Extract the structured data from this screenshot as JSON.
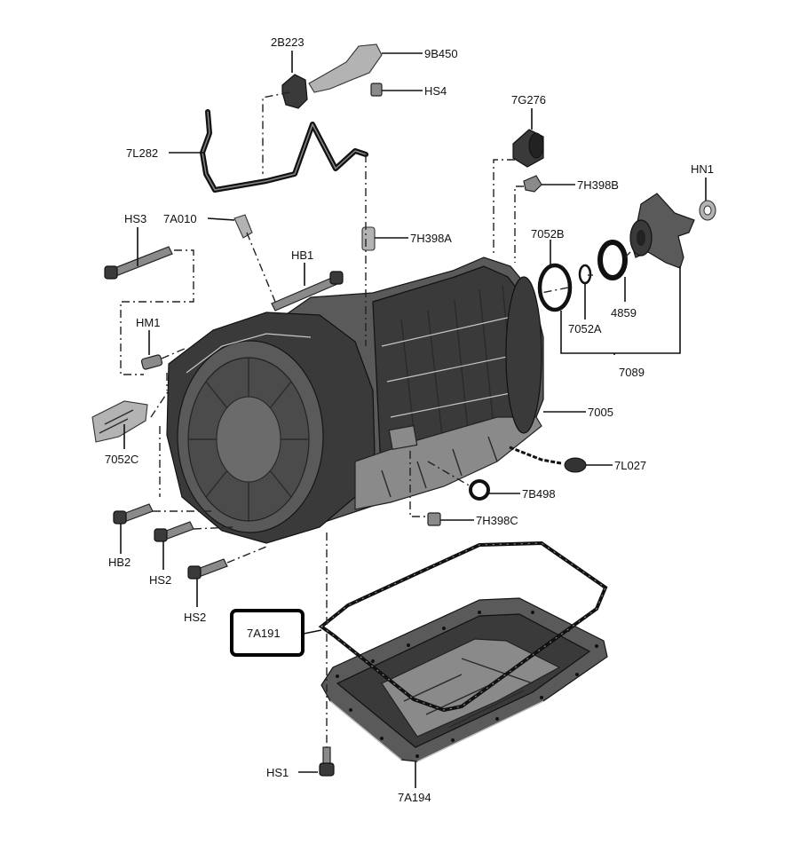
{
  "labels": {
    "l_2B223": "2B223",
    "l_9B450": "9B450",
    "l_HS4": "HS4",
    "l_7G276": "7G276",
    "l_7L282": "7L282",
    "l_7H398B": "7H398B",
    "l_HN1": "HN1",
    "l_HS3": "HS3",
    "l_7A010": "7A010",
    "l_7H398A": "7H398A",
    "l_7052B": "7052B",
    "l_HB1": "HB1",
    "l_4859": "4859",
    "l_7052A": "7052A",
    "l_HM1": "HM1",
    "l_7089": "7089",
    "l_7005": "7005",
    "l_7052C": "7052C",
    "l_7L027": "7L027",
    "l_7B498": "7B498",
    "l_7H398C": "7H398C",
    "l_HB2": "HB2",
    "l_HS2a": "HS2",
    "l_HS2b": "HS2",
    "l_7A191": "7A191",
    "l_HS1": "HS1",
    "l_7A194": "7A194"
  }
}
